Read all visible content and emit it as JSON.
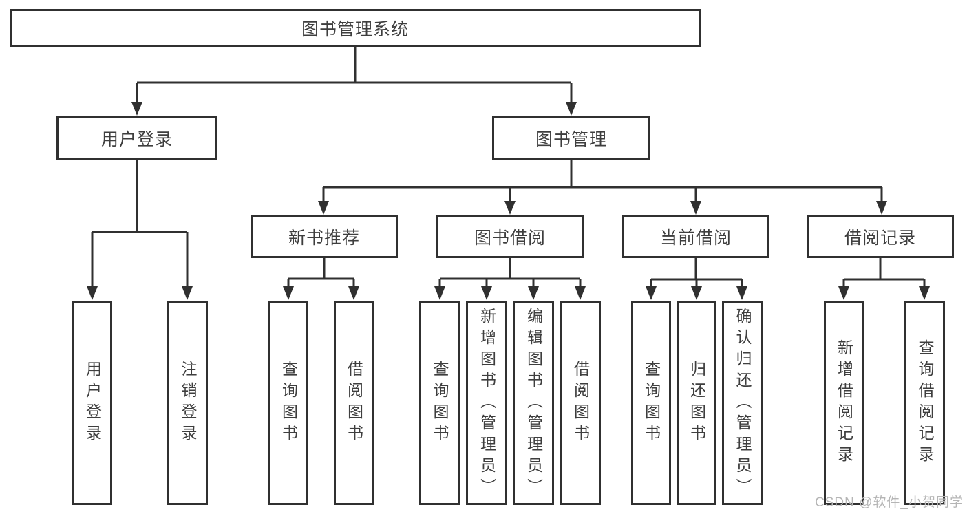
{
  "colors": {
    "line": "#303030",
    "node_border": "#303030",
    "node_background": "#ffffff",
    "text": "#3e3e3e",
    "watermark_text": "#b5b5b5",
    "page_background": "#ffffff"
  },
  "root": {
    "label": "图书管理系统"
  },
  "branches": {
    "user_login": {
      "label": "用户登录",
      "children": {
        "login": {
          "label": "用户登录"
        },
        "logout": {
          "label": "注销登录"
        }
      }
    },
    "book_management": {
      "label": "图书管理",
      "children": {
        "new_book_recommend": {
          "label": "新书推荐",
          "children": {
            "query_books": {
              "label": "查询图书"
            },
            "borrow_books": {
              "label": "借阅图书"
            }
          }
        },
        "book_borrowing": {
          "label": "图书借阅",
          "children": {
            "query_books": {
              "label": "查询图书"
            },
            "add_books_admin": {
              "label": "新增图书（管理员）"
            },
            "edit_books_admin": {
              "label": "编辑图书（管理员）"
            },
            "borrow_books": {
              "label": "借阅图书"
            }
          }
        },
        "current_borrowing": {
          "label": "当前借阅",
          "children": {
            "query_books": {
              "label": "查询图书"
            },
            "return_books": {
              "label": "归还图书"
            },
            "confirm_return_admin": {
              "label": "确认归还（管理员）"
            }
          }
        },
        "borrowing_records": {
          "label": "借阅记录",
          "children": {
            "add_borrow_record": {
              "label": "新增借阅记录"
            },
            "query_borrow_record": {
              "label": "查询借阅记录"
            }
          }
        }
      }
    }
  },
  "watermark": "CSDN @软件_小贺同学"
}
